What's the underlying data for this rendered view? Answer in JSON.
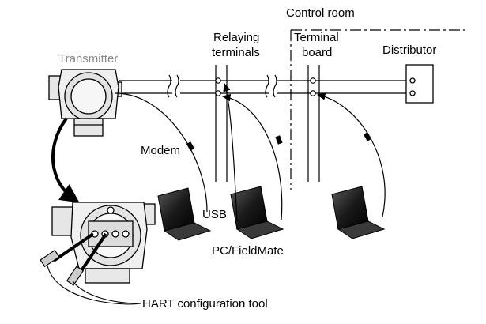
{
  "labels": {
    "transmitter": "Transmitter",
    "control_room": "Control room",
    "relaying_terminals_line1": "Relaying",
    "relaying_terminals_line2": "terminals",
    "terminal_board_line1": "Terminal",
    "terminal_board_line2": "board",
    "distributor": "Distributor",
    "modem": "Modem",
    "usb": "USB",
    "pc_fieldmate": "PC/FieldMate",
    "hart_tool": "HART configuration tool"
  },
  "colors": {
    "line": "#000000",
    "transmitter_label": "#8a8a8a",
    "device_body": "#f2f2f2",
    "laptop_screen": "#1a1a1a"
  },
  "icons": [
    "transmitter-icon",
    "laptop-icon",
    "distributor-icon",
    "terminal-block-icon",
    "probe-icon",
    "modem-icon"
  ]
}
